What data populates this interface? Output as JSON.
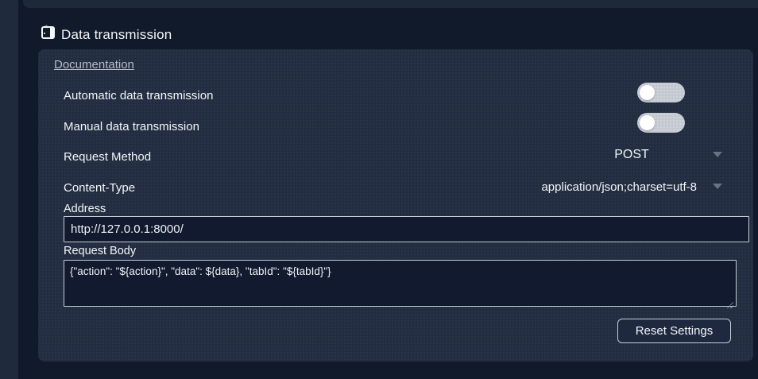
{
  "section": {
    "title": "Data transmission"
  },
  "panel": {
    "documentation_link": "Documentation",
    "toggles": [
      {
        "label": "Automatic data transmission",
        "state": "off"
      },
      {
        "label": "Manual data transmission",
        "state": "off"
      }
    ],
    "selects": [
      {
        "label": "Request Method",
        "value": "POST"
      },
      {
        "label": "Content-Type",
        "value": "application/json;charset=utf-8"
      }
    ],
    "address": {
      "label": "Address",
      "value": "http://127.0.0.1:8000/"
    },
    "request_body": {
      "label": "Request Body",
      "value": "{\"action\": \"${action}\", \"data\": ${data}, \"tabId\": \"${tabId}\"}"
    },
    "reset_button_label": "Reset Settings"
  },
  "colors": {
    "page_background": "#111a2b",
    "card_background": "#222d41",
    "input_background": "#111a2e",
    "border_light": "#c6ccd6",
    "toggle_track": "#c3c8d1",
    "text_primary": "#f4f6f8",
    "link_muted": "#b6bcc6"
  }
}
